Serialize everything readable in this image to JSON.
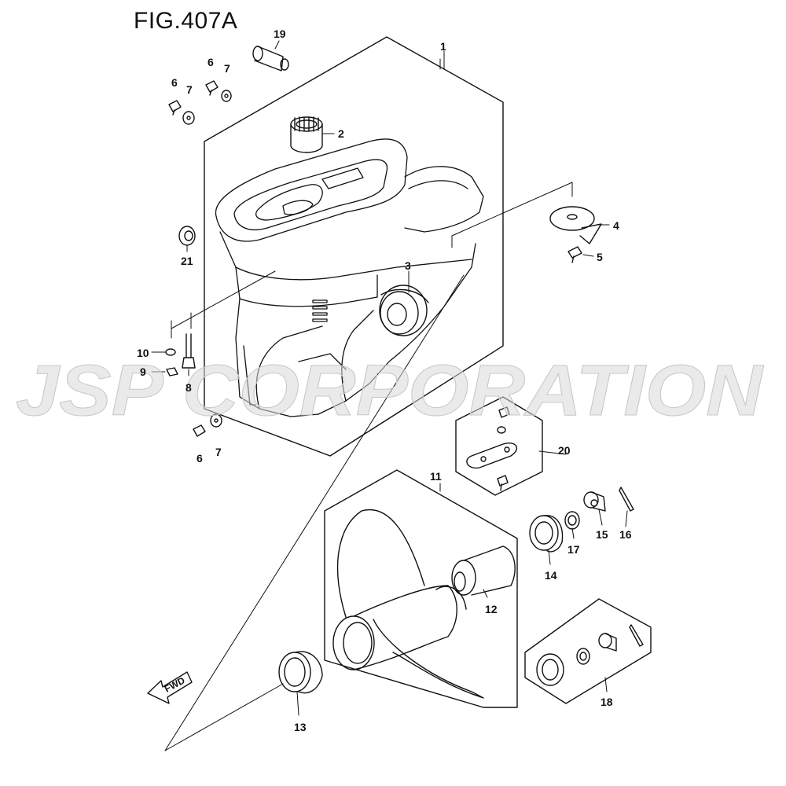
{
  "figure": {
    "title": "FIG.407A",
    "watermark": "JSP CORPORATION",
    "fwd_label": "FWD"
  },
  "callouts": [
    {
      "id": "c1",
      "text": "1"
    },
    {
      "id": "c2",
      "text": "2"
    },
    {
      "id": "c3",
      "text": "3"
    },
    {
      "id": "c4",
      "text": "4"
    },
    {
      "id": "c5",
      "text": "5"
    },
    {
      "id": "c6a",
      "text": "6"
    },
    {
      "id": "c6b",
      "text": "6"
    },
    {
      "id": "c6c",
      "text": "6"
    },
    {
      "id": "c7a",
      "text": "7"
    },
    {
      "id": "c7b",
      "text": "7"
    },
    {
      "id": "c7c",
      "text": "7"
    },
    {
      "id": "c8",
      "text": "8"
    },
    {
      "id": "c9",
      "text": "9"
    },
    {
      "id": "c10",
      "text": "10"
    },
    {
      "id": "c11",
      "text": "11"
    },
    {
      "id": "c12",
      "text": "12"
    },
    {
      "id": "c13",
      "text": "13"
    },
    {
      "id": "c14",
      "text": "14"
    },
    {
      "id": "c15",
      "text": "15"
    },
    {
      "id": "c16",
      "text": "16"
    },
    {
      "id": "c17",
      "text": "17"
    },
    {
      "id": "c18",
      "text": "18"
    },
    {
      "id": "c19",
      "text": "19"
    },
    {
      "id": "c20",
      "text": "20"
    },
    {
      "id": "c21",
      "text": "21"
    }
  ]
}
